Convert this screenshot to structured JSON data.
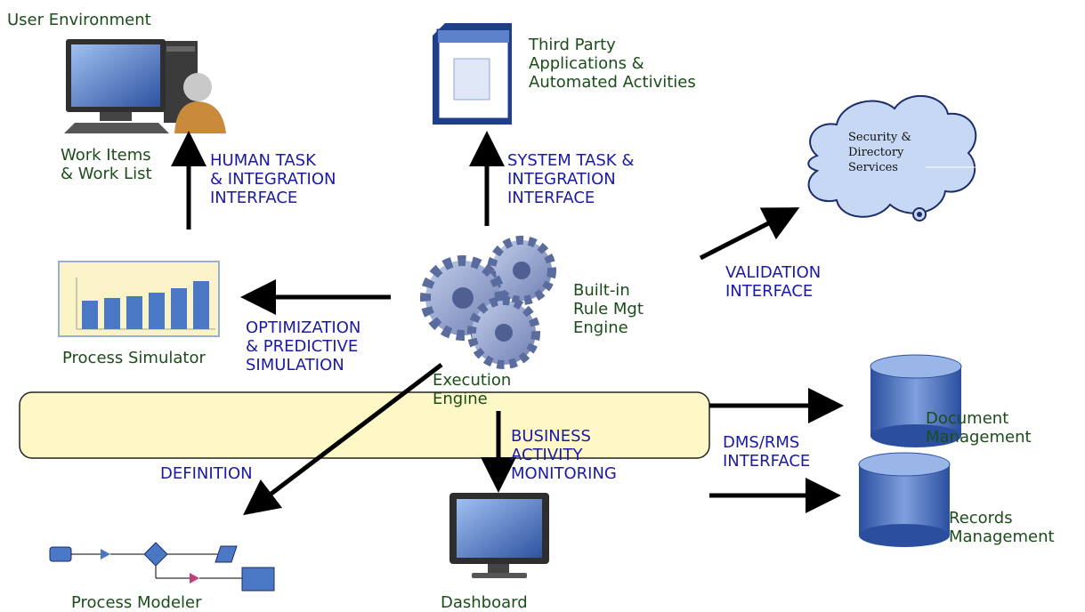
{
  "components": {
    "user_environment": "User Environment",
    "work_items": "Work Items\n& Work List",
    "third_party": "Third Party\nApplications &\nAutomated Activities",
    "security": "Security &\nDirectory\nServices",
    "rule_engine": "Built-in\nRule Mgt\nEngine",
    "process_simulator": "Process Simulator",
    "execution_engine": "Execution\nEngine",
    "document_management": "Document\nManagement",
    "records_management": "Records\nManagement",
    "process_modeler": "Process Modeler",
    "dashboard": "Dashboard"
  },
  "interfaces": {
    "human_task": "HUMAN TASK\n& INTEGRATION\nINTERFACE",
    "system_task": "SYSTEM TASK &\nINTEGRATION\nINTERFACE",
    "validation": "VALIDATION\nINTERFACE",
    "optimization": "OPTIMIZATION\n& PREDICTIVE\nSIMULATION",
    "business_activity": "BUSINESS\nACTIVITY\nMONITORING",
    "dms_rms": "DMS/RMS\nINTERFACE",
    "definition": "DEFINITION"
  },
  "colors": {
    "component_text": "#1b4d1b",
    "interface_text": "#1a1aa6",
    "engine_band": "#fdf8c6",
    "gear": "#8a9bc8",
    "cloud": "#c7d8f4",
    "monitor_screen": "#3a5fa8",
    "arrow": "#000000"
  },
  "icons": [
    "monitor-with-user-icon",
    "application-window-icon",
    "cloud-icon",
    "gears-icon",
    "bar-chart-icon",
    "database-stack-icon",
    "flowchart-icon",
    "dashboard-monitor-icon"
  ]
}
